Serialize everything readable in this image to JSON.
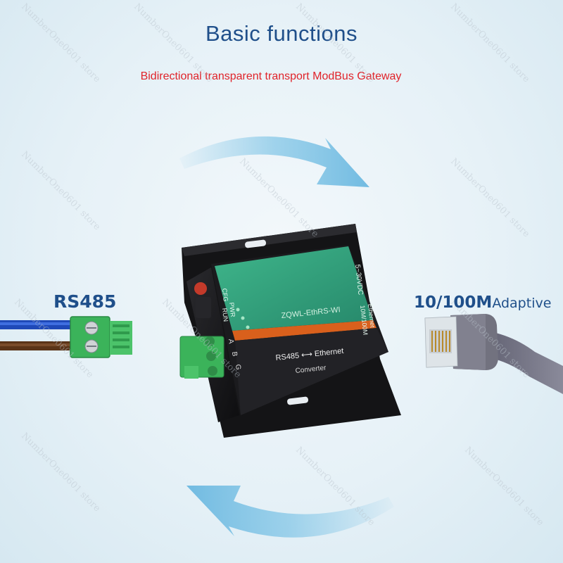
{
  "header": {
    "title": "Basic functions",
    "subtitle": "Bidirectional transparent transport ModBus Gateway"
  },
  "labels": {
    "rs485": "RS485",
    "ethernet_speed": "10/100M",
    "ethernet_mode": "Adaptive"
  },
  "device": {
    "model": "ZQWL-EthRS-WI",
    "leds": [
      "PWR",
      "CFG",
      "RUN"
    ],
    "power_label": "5~30VDC",
    "ethernet_port_label": "Ethernet",
    "ethernet_speed_label": "10M/100M",
    "terminals": [
      "A",
      "B",
      "G"
    ],
    "function_text": "RS485 ⟷ Ethernet",
    "function_subtext": "Converter"
  },
  "watermark": "NumberOne0601 store",
  "colors": {
    "title": "#1f4f8a",
    "subtitle": "#e0232a",
    "arrow": "#7ec4e6",
    "device_green": "#2f9e78",
    "device_orange": "#d9601c",
    "wire_blue": "#1f49b8",
    "wire_brown": "#5a3418",
    "terminal_green": "#3bb35a",
    "cable_gray": "#6f6f80"
  }
}
